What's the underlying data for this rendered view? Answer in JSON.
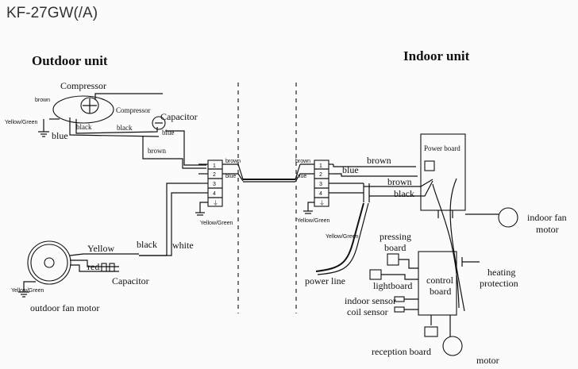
{
  "title": "KF-27GW(/A)",
  "outdoor": {
    "heading": "Outdoor unit",
    "compressor_label": "Compressor",
    "compressor_label_small": "Compressor",
    "capacitor_label": "Capacitor",
    "fan_capacitor_label": "Capacitor",
    "fan_motor_label": "outdoor fan motor",
    "ground_compressor": "Yellow/Green",
    "ground_terminal": "Yellow/Green",
    "ground_fan": "Yellow/Green",
    "wires": {
      "brown_top": "brown",
      "black_comp": "black",
      "blue_comp": "blue",
      "black_cap": "black",
      "blue_cap": "blue",
      "brown_cap": "brown",
      "black_fan": "black",
      "white_fan": "white",
      "yellow_fan": "Yellow",
      "red_fan": "red",
      "brown_tb": "brown",
      "blue_tb": "blue"
    },
    "terminal_numbers": [
      "1",
      "2",
      "3",
      "4",
      "⏚"
    ]
  },
  "indoor": {
    "heading": "Indoor unit",
    "power_board": "Power board",
    "indoor_fan_motor": [
      "indoor fan",
      "motor"
    ],
    "heating_protection": [
      "heating",
      "protection"
    ],
    "pressing_board": [
      "pressing",
      "board"
    ],
    "lightboard": "lightboard",
    "control_board": [
      "control",
      "board"
    ],
    "indoor_sensor": "indoor sensor",
    "coil_sensor": "coil sensor",
    "reception_board": "reception board",
    "motor": "motor",
    "power_line": "power line",
    "ground_terminal": "Yellow/Green",
    "ground_line": "Yellow/Green",
    "wires": {
      "brown_tb": "brown",
      "blue_tb": "blue",
      "brown_pb": "brown",
      "blue_pb": "blue",
      "brown_low": "brown",
      "black_low": "black"
    },
    "terminal_numbers": [
      "1",
      "2",
      "3",
      "4",
      "⏚"
    ]
  }
}
